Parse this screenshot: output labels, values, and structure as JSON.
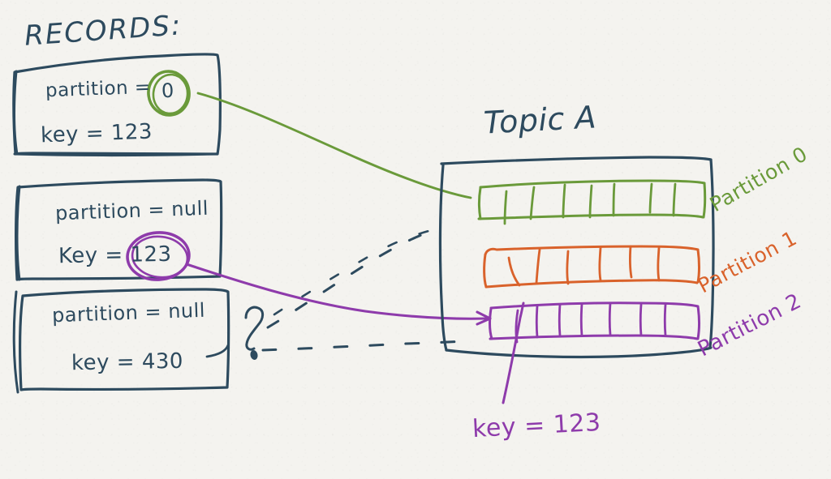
{
  "diagram": {
    "title_records": "RECORDS:",
    "title_topic": "Topic A",
    "question_mark": "?",
    "bottom_note": "key = 123"
  },
  "records": [
    {
      "id": "record-1",
      "partition_label": "partition =",
      "partition_value": "0",
      "key_label": "key = 123",
      "highlight_color": "#6a9a3a",
      "highlight_target": "partition_value"
    },
    {
      "id": "record-2",
      "partition_label": "partition = null",
      "partition_value": "null",
      "key_label": "Key = 123",
      "key_value": "123",
      "highlight_color": "#8e3bab",
      "highlight_target": "key_value"
    },
    {
      "id": "record-3",
      "partition_label": "partition = null",
      "partition_value": "null",
      "key_label": "key = 430",
      "highlight_color": "none",
      "highlight_target": "none"
    }
  ],
  "topic": {
    "name": "Topic A",
    "partitions": [
      {
        "label": "Partition 0",
        "color": "#6a9a3a",
        "cells": 8
      },
      {
        "label": "Partition 1",
        "color": "#d9622b",
        "cells": 7
      },
      {
        "label": "Partition 2",
        "color": "#8e3bab",
        "cells": 7
      }
    ]
  },
  "colors": {
    "ink_navy": "#2d4a5e",
    "green": "#6a9a3a",
    "orange": "#d9622b",
    "purple": "#8e3bab",
    "paper": "#f4f3ef"
  }
}
